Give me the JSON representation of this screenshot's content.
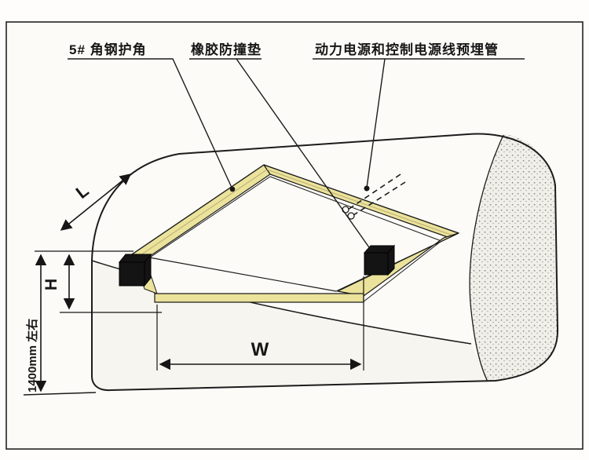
{
  "diagram": {
    "title_hint": "lift pit foundation installation diagram",
    "labels": {
      "corner_steel": "5# 角钢护角",
      "rubber_pad": "橡胶防撞垫",
      "conduit": "动力电源和控制电源线预埋管"
    },
    "dimensions": {
      "length": "L",
      "height": "H",
      "width": "W",
      "depth_note": "1400mm 左右"
    },
    "colors": {
      "paper": "#fcfbf7",
      "line": "#1c1c1c",
      "steel_band_yellow": "#ebe29b",
      "rubber_pad_black": "#141414",
      "texture_gray": "#f0efe9"
    }
  }
}
